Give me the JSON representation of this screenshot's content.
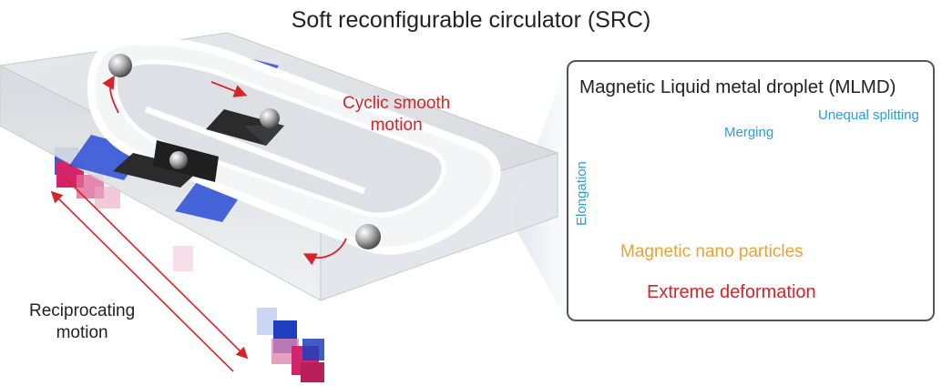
{
  "title": "Soft reconfigurable circulator (SRC)",
  "main_figure": {
    "cyclic_label_line1": "Cyclic smooth",
    "cyclic_label_line2": "motion",
    "reciprocating_label_line1": "Reciprocating",
    "reciprocating_label_line2": "motion"
  },
  "inset": {
    "title": "Magnetic Liquid metal droplet (MLMD)",
    "merging_label": "Merging",
    "splitting_label": "Unequal splitting",
    "elongation_label": "Elongation",
    "particles_label": "Magnetic nano particles",
    "deformation_label": "Extreme deformation"
  },
  "colors": {
    "label_red": "#d8232a",
    "label_blue": "#2a9fd8",
    "label_orange": "#e8a23a",
    "magnet_blue": "#1d3fc0",
    "magnet_pink": "#d6246a"
  }
}
